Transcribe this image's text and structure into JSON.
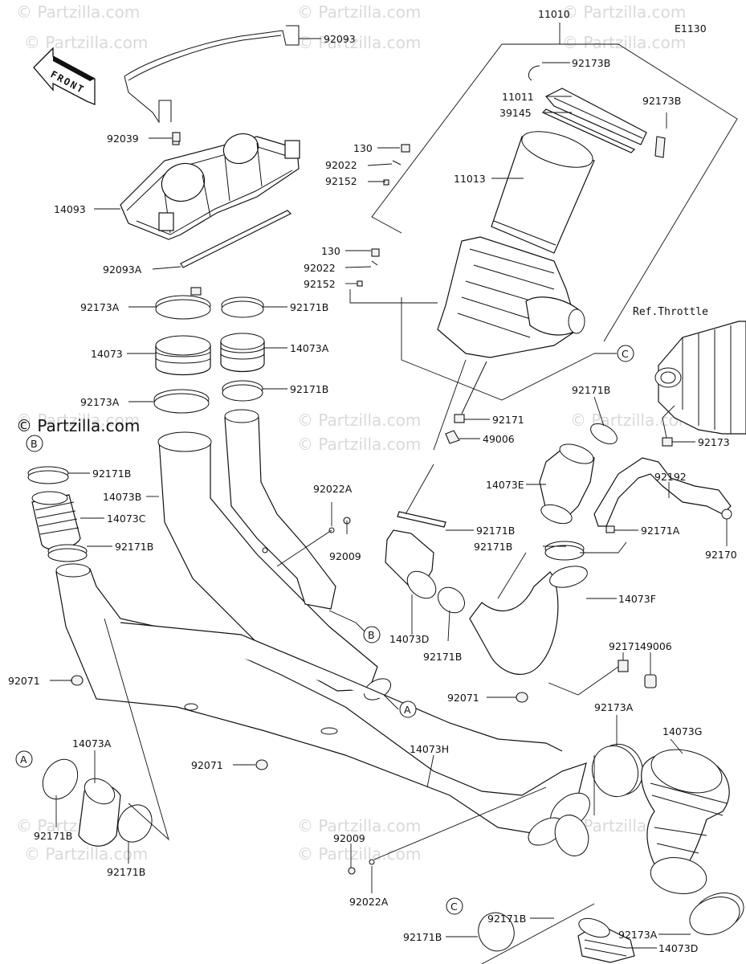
{
  "figure_code": "E1130",
  "front_label": "FRONT",
  "ref_label": "Ref.Throttle",
  "copyright": "© Partzilla.com",
  "watermark": "© Partzilla.com",
  "callouts": {
    "a": "A",
    "b": "B",
    "c": "C"
  },
  "labels": {
    "p11010": "11010",
    "p92093": "92093",
    "p92173B_top": "92173B",
    "p11011": "11011",
    "p39145": "39145",
    "p92173B_right": "92173B",
    "p130_a": "130",
    "p92022_a": "92022",
    "p92152_a": "92152",
    "p11013": "11013",
    "p92039": "92039",
    "p14093": "14093",
    "p130_b": "130",
    "p92022_b": "92022",
    "p92152_b": "92152",
    "p92093A": "92093A",
    "p92173A_1": "92173A",
    "p92171B_1": "92171B",
    "p14073": "14073",
    "p14073A_1": "14073A",
    "p92173A_2": "92173A",
    "p92171B_2": "92171B",
    "p92171_top": "92171",
    "p49006_top": "49006",
    "p92171B_left": "92171B",
    "p14073B": "14073B",
    "p14073C": "14073C",
    "p92171B_left2": "92171B",
    "p92022A_top": "92022A",
    "p92009_top": "92009",
    "p92171B_mid": "92171B",
    "p14073E": "14073E",
    "p92171B_r": "92171B",
    "p92171B_mid2": "92171B",
    "p92192": "92192",
    "p92171A": "92171A",
    "p92170": "92170",
    "p92173": "92173",
    "p14073D_mid": "14073D",
    "p92171B_mid3": "92171B",
    "p14073F": "14073F",
    "p92071_left": "92071",
    "p92171_mid": "92171",
    "p49006_mid": "49006",
    "p92071_mid": "92071",
    "p92173A_r": "92173A",
    "p14073G": "14073G",
    "p14073A_bot": "14073A",
    "p14073H": "14073H",
    "p92071_bot": "92071",
    "p92171B_bl1": "92171B",
    "p92171B_bl2": "92171B",
    "p92009_bot": "92009",
    "p92022A_bot": "92022A",
    "p92171B_bot1": "92171B",
    "p92171B_bot2": "92171B",
    "p92173A_bot": "92173A",
    "p14073D_bot": "14073D"
  }
}
